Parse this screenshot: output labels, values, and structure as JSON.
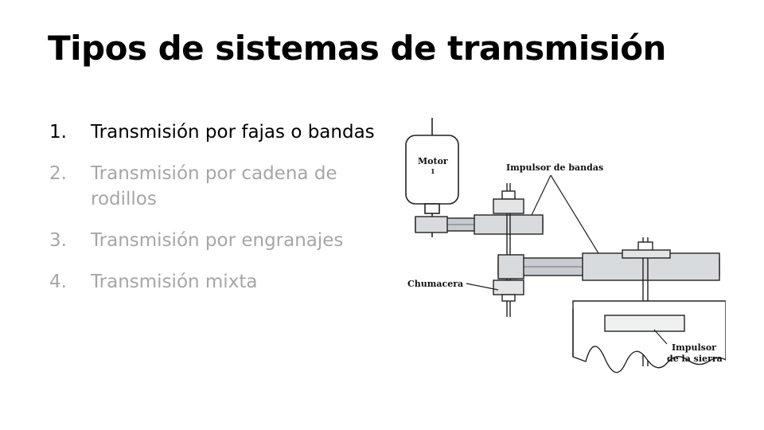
{
  "slide": {
    "title": "Tipos de sistemas de transmisión",
    "items": [
      {
        "number": "1.",
        "label": "Transmisión por fajas o bandas",
        "state": "active"
      },
      {
        "number": "2.",
        "label": "Transmisión por cadena de rodillos",
        "state": "dim"
      },
      {
        "number": "3.",
        "label": "Transmisión por engranajes",
        "state": "dim"
      },
      {
        "number": "4.",
        "label": "Transmisión mixta",
        "state": "dim"
      }
    ]
  },
  "diagram": {
    "labels": {
      "motor": "Motor",
      "belt_drive": "Impulsor de bandas",
      "bearing": "Chumacera",
      "saw_drive_line1": "Impulsor",
      "saw_drive_line2": "de la sierra"
    }
  },
  "colors": {
    "active_text": "#000000",
    "dim_text": "#a6a6a6",
    "line": "#222222",
    "shade": "#c8ccd0"
  }
}
